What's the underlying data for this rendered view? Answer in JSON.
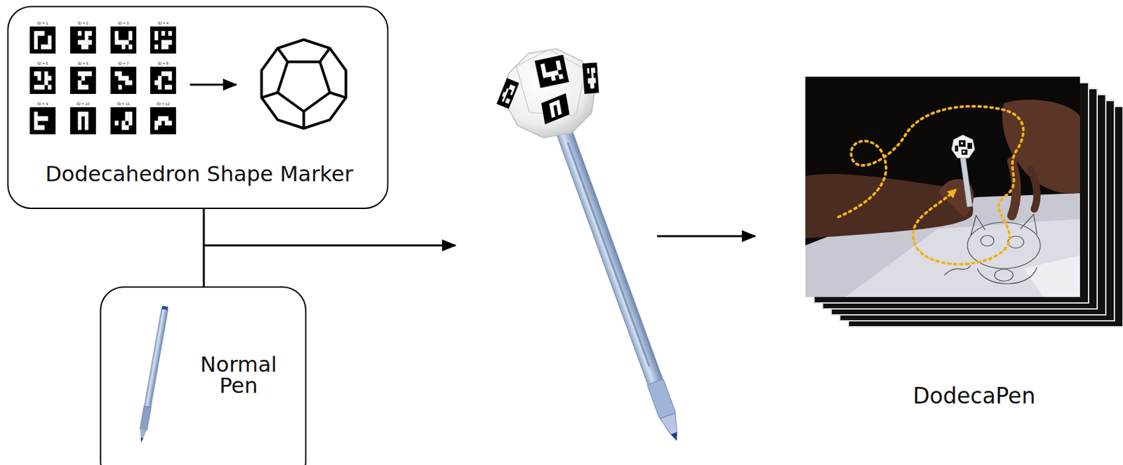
{
  "diagram": {
    "nodes": [
      {
        "text": [
          "Dodecahedron Shape Marker"
        ]
      },
      {
        "text": [
          "Normal Pen"
        ]
      },
      {
        "text": [
          "DodecaPen"
        ]
      }
    ],
    "labels": [
      "ID = 1",
      "ID = 2",
      "ID = 3",
      "ID = 4",
      "ID = 5",
      "ID = 6",
      "ID = 7",
      "ID = 8",
      "ID = 9",
      "ID = 10",
      "ID = 11",
      "ID = 12"
    ]
  }
}
